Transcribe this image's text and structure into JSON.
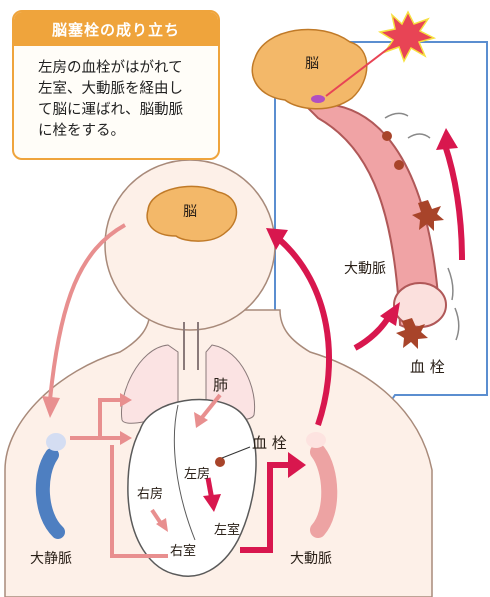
{
  "title_box": {
    "heading": "脳塞栓の成り立ち",
    "body": "左房の血栓がはがれて\n左室、大動脈を経由し\nて脳に運ばれ、脳動脈\nに栓をする。"
  },
  "labels": {
    "brain_upper": "脳",
    "brain_lower": "脳",
    "aorta_zoom": "大動脈",
    "thrombus_zoom": "血 栓",
    "lung": "肺",
    "thrombus_heart": "血 栓",
    "left_atrium": "左房",
    "right_atrium": "右房",
    "left_ventricle": "左室",
    "right_ventricle": "右室",
    "vena_cava": "大静脈",
    "aorta": "大動脈"
  },
  "colors": {
    "accent_orange": "#efa43c",
    "arrow_red": "#d8174e",
    "flow_pink": "#e88f8f",
    "vein_blue": "#4e7fc1",
    "callout_blue": "#5b8ed0",
    "brain_fill": "#f3b869",
    "thrombus": "#a8442a",
    "starburst": "#e84455"
  }
}
